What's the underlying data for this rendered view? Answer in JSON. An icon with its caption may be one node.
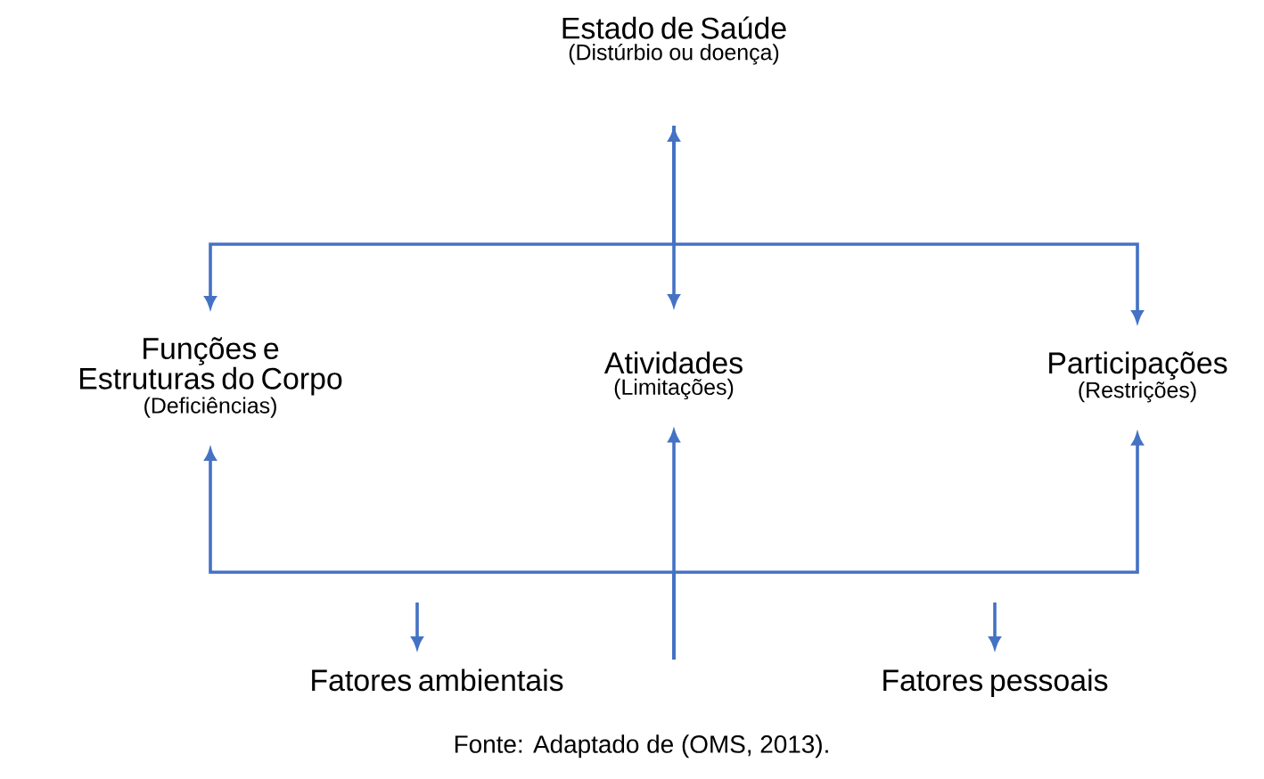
{
  "diagram": {
    "caption": "Fonte: Adaptado de (OMS, 2013).",
    "nodes": [
      {
        "text": [
          "Estado de Saúde",
          "(Distúrbio ou doença)"
        ]
      },
      {
        "text": [
          "Funções e Estruturas do Corpo",
          "(Deficiências)"
        ]
      },
      {
        "text": [
          "Atividades",
          "(Limitações)"
        ]
      },
      {
        "text": [
          "Participações",
          "(Restrições)"
        ]
      },
      {
        "text": [
          "Fatores ambientais"
        ]
      },
      {
        "text": [
          "Fatores pessoais"
        ]
      }
    ],
    "edges": [
      {
        "from": 0,
        "to": 2,
        "arrow": "both"
      },
      {
        "from": 0,
        "to": 1,
        "arrow": "to"
      },
      {
        "from": 0,
        "to": 3,
        "arrow": "to"
      },
      {
        "from": null,
        "to": 1,
        "arrow": "to"
      },
      {
        "from": null,
        "to": 2,
        "arrow": "to"
      },
      {
        "from": null,
        "to": 3,
        "arrow": "to"
      },
      {
        "from": null,
        "to": 4,
        "arrow": "to"
      },
      {
        "from": null,
        "to": 5,
        "arrow": "to"
      }
    ]
  }
}
